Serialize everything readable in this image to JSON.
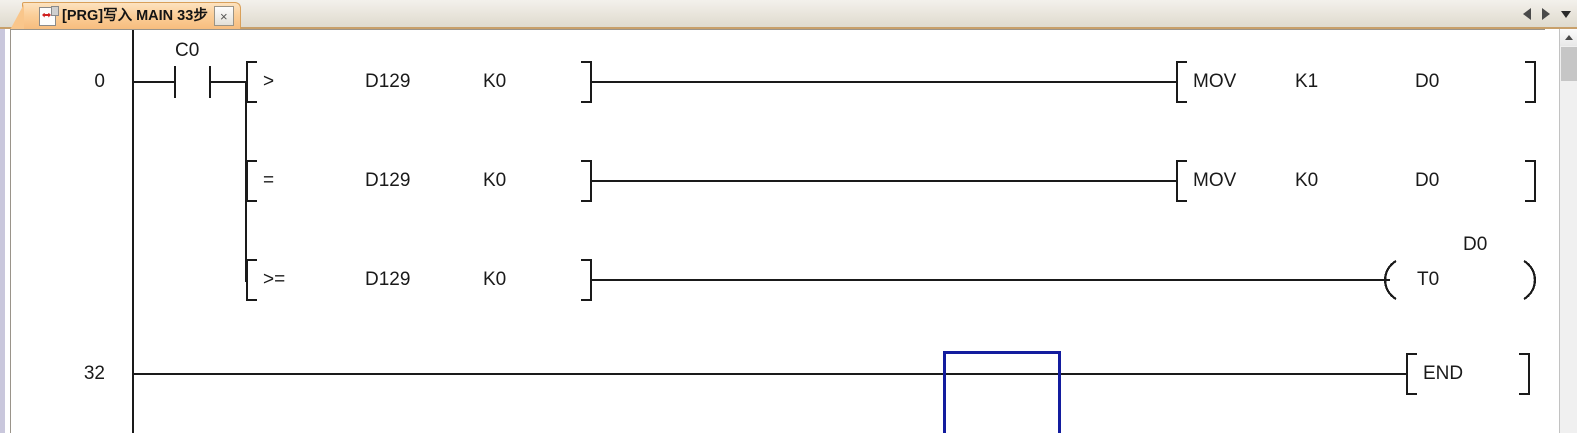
{
  "window": {
    "tab": {
      "title": "[PRG]写入 MAIN 33步",
      "icon": "program-write-icon",
      "close_label": "×"
    },
    "nav": {
      "prev_label": "◁",
      "next_label": "▷",
      "menu_label": "▾"
    },
    "scrollbar": {
      "up_label": "⌃"
    }
  },
  "colors": {
    "cursor": "#131c9e",
    "rail": "#1a1a1a",
    "tab_accent": "#f7bd7e",
    "canvas_bg": "#ffffff"
  },
  "ladder": {
    "rungs": [
      {
        "step": "0",
        "contacts": [
          {
            "type": "no-contact",
            "label": "C0"
          }
        ],
        "branches": [
          {
            "compare": {
              "op": ">",
              "operand1": "D129",
              "operand2": "K0"
            },
            "output": {
              "type": "instruction",
              "op": "MOV",
              "operand1": "K1",
              "operand2": "D0"
            }
          },
          {
            "compare": {
              "op": "=",
              "operand1": "D129",
              "operand2": "K0"
            },
            "output": {
              "type": "instruction",
              "op": "MOV",
              "operand1": "K0",
              "operand2": "D0"
            }
          },
          {
            "compare": {
              "op": ">=",
              "operand1": "D129",
              "operand2": "K0"
            },
            "output": {
              "type": "coil",
              "device": "T0",
              "preset": "D0"
            }
          }
        ]
      },
      {
        "step": "32",
        "contacts": [],
        "branches": [
          {
            "compare": null,
            "output": {
              "type": "instruction",
              "op": "END",
              "operand1": "",
              "operand2": ""
            }
          }
        ]
      }
    ]
  }
}
